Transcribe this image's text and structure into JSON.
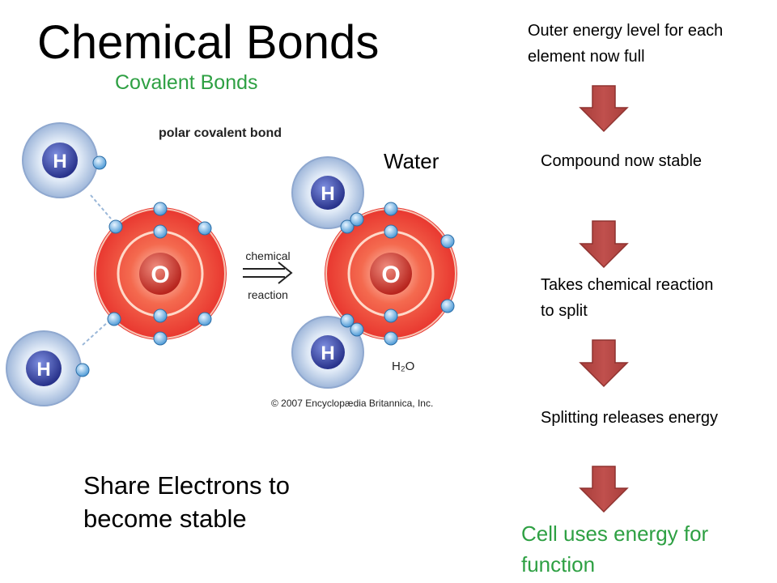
{
  "title": "Chemical Bonds",
  "subtitle": "Covalent Bonds",
  "figure": {
    "heading": "polar covalent bond",
    "arrow_label_line1": "chemical",
    "arrow_label_line2": "reaction",
    "product_label": "Water",
    "formula": "H₂O",
    "copyright": "© 2007 Encyclopædia Britannica, Inc.",
    "atom_h": "H",
    "atom_o": "O"
  },
  "caption": "Share Electrons to become stable",
  "flow": {
    "steps": [
      "Outer energy level for each element now full",
      "Compound now stable",
      "Takes chemical reaction to split",
      "Splitting releases energy",
      "Cell uses energy for function"
    ]
  },
  "colors": {
    "accent_green": "#2ea043",
    "arrow_fill": "#c0504d",
    "oxygen_red": "#e8352e",
    "hydrogen_blue": "#3b4fa8"
  }
}
